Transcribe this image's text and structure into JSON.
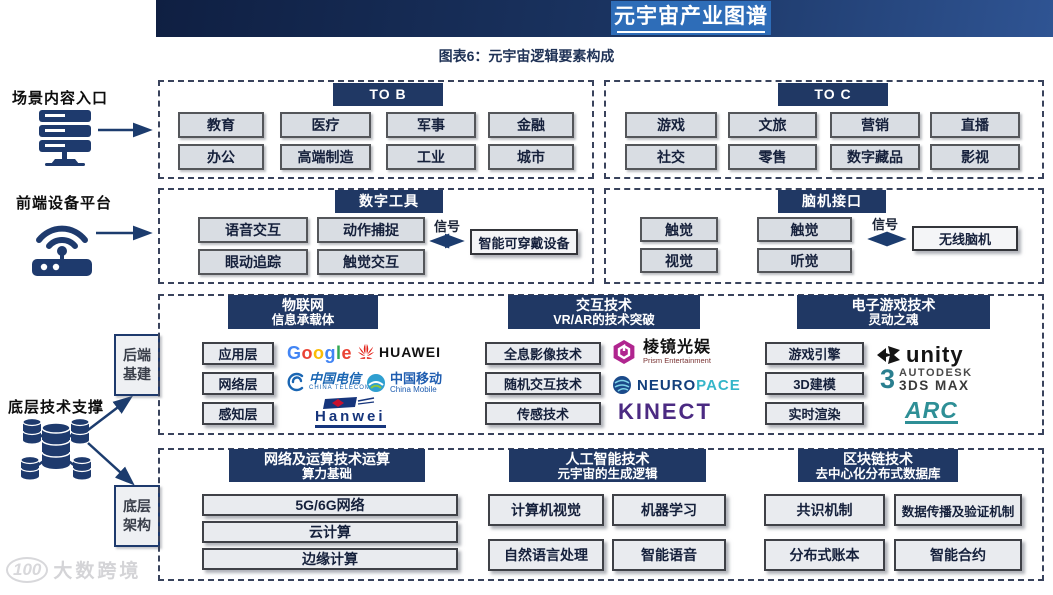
{
  "header": {
    "title": "元宇宙产业图谱",
    "subtitle": "图表6：元宇宙逻辑要素构成"
  },
  "left_rail": {
    "scene_entry_label": "场景内容入口",
    "frontend_platform_label": "前端设备平台",
    "base_tech_label": "底层技术支撑",
    "backend_infra_box": "后端\n基建",
    "base_arch_box": "底层\n架构",
    "watermark_logo": "100",
    "watermark_text": "大数跨境"
  },
  "sections": {
    "to_b": {
      "title": "TO B",
      "items": [
        "教育",
        "医疗",
        "军事",
        "金融",
        "办公",
        "高端制造",
        "工业",
        "城市"
      ]
    },
    "to_c": {
      "title": "TO C",
      "items": [
        "游戏",
        "文旅",
        "营销",
        "直播",
        "社交",
        "零售",
        "数字藏品",
        "影视"
      ]
    },
    "digital_tools": {
      "title": "数字工具",
      "items": [
        "语音交互",
        "动作捕捉",
        "眼动追踪",
        "触觉交互"
      ],
      "signal_label": "信号",
      "device_box": "智能可穿戴设备"
    },
    "bci": {
      "title": "脑机接口",
      "items": [
        "触觉",
        "触觉",
        "视觉",
        "听觉"
      ],
      "signal_label": "信号",
      "device_box": "无线脑机"
    },
    "iot": {
      "title": "物联网",
      "subtitle": "信息承载体",
      "items": [
        "应用层",
        "网络层",
        "感知层"
      ]
    },
    "interaction": {
      "title": "交互技术",
      "subtitle": "VR/AR的技术突破",
      "items": [
        "全息影像技术",
        "随机交互技术",
        "传感技术"
      ]
    },
    "game_tech": {
      "title": "电子游戏技术",
      "subtitle": "灵动之魂",
      "items": [
        "游戏引擎",
        "3D建模",
        "实时渲染"
      ]
    },
    "network": {
      "title": "网络及运算技术运算",
      "subtitle": "算力基础",
      "items": [
        "5G/6G网络",
        "云计算",
        "边缘计算"
      ]
    },
    "ai": {
      "title": "人工智能技术",
      "subtitle": "元宇宙的生成逻辑",
      "items": [
        "计算机视觉",
        "机器学习",
        "自然语言处理",
        "智能语音"
      ]
    },
    "blockchain": {
      "title": "区块链技术",
      "subtitle": "去中心化分布式数据库",
      "items": [
        "共识机制",
        "数据传播及验证机制",
        "分布式账本",
        "智能合约"
      ]
    }
  },
  "logos": {
    "google": {
      "letters": [
        "G",
        "o",
        "o",
        "g",
        "l",
        "e"
      ]
    },
    "huawei": {
      "text": "HUAWEI"
    },
    "china_telecom": {
      "cn": "中国电信",
      "en": "CHINA TELECOM"
    },
    "china_mobile": {
      "cn": "中国移动",
      "en": "China Mobile"
    },
    "hanwei": {
      "text": "Hanwei"
    },
    "prism": {
      "cn": "棱镜光娱",
      "en": "Prism Entertainment"
    },
    "neuropace": {
      "part1": "NEURO",
      "part2": "PACE"
    },
    "kinect": {
      "text": "KINECT"
    },
    "unity": {
      "text": "unity"
    },
    "autodesk": {
      "numeral": "3",
      "brand": "AUTODESK",
      "product": "3DS MAX"
    },
    "arc": {
      "text": "ARC"
    }
  },
  "colors": {
    "navy_header": "#203864",
    "title_box_blue": "#2e6db8",
    "arrow": "#1c3c6e",
    "huawei_red": "#e2231a",
    "kinect_purple": "#4b2a82",
    "autodesk_teal": "#2a7f8f"
  }
}
